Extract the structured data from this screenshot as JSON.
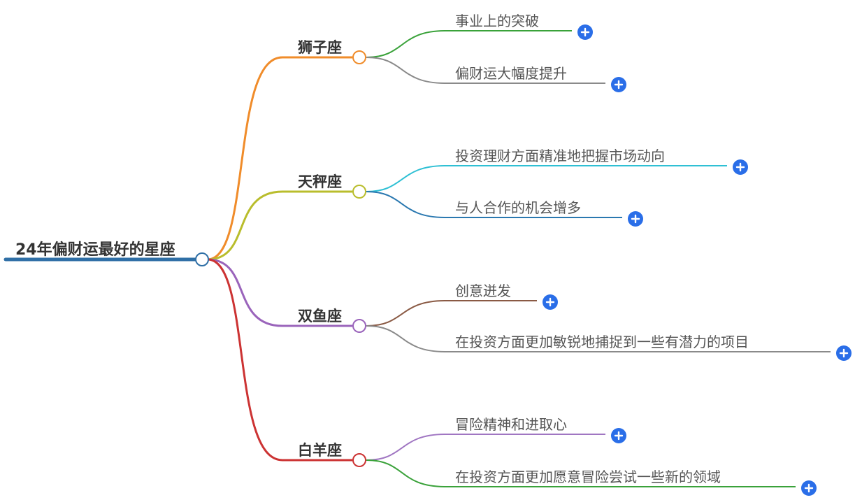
{
  "root": {
    "label": "24年偏财运最好的星座",
    "color": "#2f6fa6"
  },
  "branches": [
    {
      "label": "狮子座",
      "color": "#f08c2a",
      "children": [
        {
          "label": "事业上的突破",
          "color": "#3aa23a"
        },
        {
          "label": "偏财运大幅度提升",
          "color": "#8a8a8a"
        }
      ]
    },
    {
      "label": "天秤座",
      "color": "#b9bd2c",
      "children": [
        {
          "label": "投资理财方面精准地把握市场动向",
          "color": "#2fc0d4"
        },
        {
          "label": "与人合作的机会增多",
          "color": "#2a78b0"
        }
      ]
    },
    {
      "label": "双鱼座",
      "color": "#9a64bb",
      "children": [
        {
          "label": "创意迸发",
          "color": "#8a5a44"
        },
        {
          "label": "在投资方面更加敏锐地捕捉到一些有潜力的项目",
          "color": "#8a8a8a"
        }
      ]
    },
    {
      "label": "白羊座",
      "color": "#cc3333",
      "children": [
        {
          "label": "冒险精神和进取心",
          "color": "#a076c2"
        },
        {
          "label": "在投资方面更加愿意冒险尝试一些新的领域",
          "color": "#3aa23a"
        }
      ]
    }
  ],
  "expand_button": {
    "icon": "plus-icon",
    "color": "#2a6ee8"
  }
}
